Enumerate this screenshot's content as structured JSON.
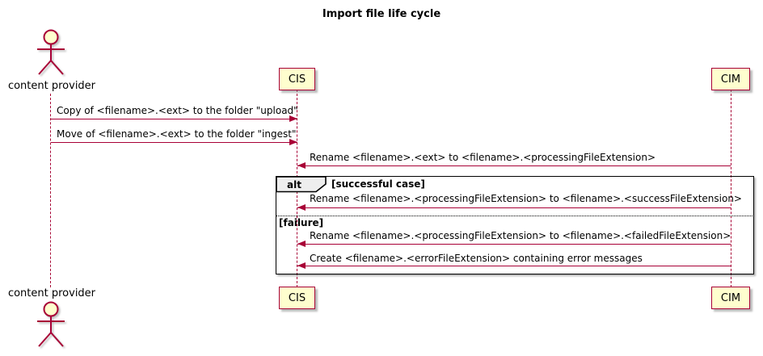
{
  "title": "Import file life cycle",
  "colors": {
    "accent": "#A80036",
    "participant_fill": "#FEFECE",
    "frame_border": "#000000",
    "tab_fill": "#EEEEEE"
  },
  "actor": {
    "label": "content provider"
  },
  "participants": {
    "cis": "CIS",
    "cim": "CIM"
  },
  "frame": {
    "operator": "alt",
    "guard_success": "[successful case]",
    "guard_failure": "[failure]"
  },
  "messages": [
    {
      "label": "Copy of <filename>.<ext> to the folder \"upload\"",
      "from": "content provider",
      "to": "CIS",
      "direction": "right"
    },
    {
      "label": "Move of <filename>.<ext> to the folder \"ingest\"",
      "from": "content provider",
      "to": "CIS",
      "direction": "right"
    },
    {
      "label": "Rename <filename>.<ext> to <filename>.<processingFileExtension>",
      "from": "CIM",
      "to": "CIS",
      "direction": "left"
    },
    {
      "label": "Rename <filename>.<processingFileExtension> to <filename>.<successFileExtension>",
      "from": "CIM",
      "to": "CIS",
      "direction": "left",
      "section": "successful case"
    },
    {
      "label": "Rename <filename>.<processingFileExtension> to <filename>.<failedFileExtension>",
      "from": "CIM",
      "to": "CIS",
      "direction": "left",
      "section": "failure"
    },
    {
      "label": "Create <filename>.<errorFileExtension> containing error messages",
      "from": "CIM",
      "to": "CIS",
      "direction": "left",
      "section": "failure"
    }
  ]
}
